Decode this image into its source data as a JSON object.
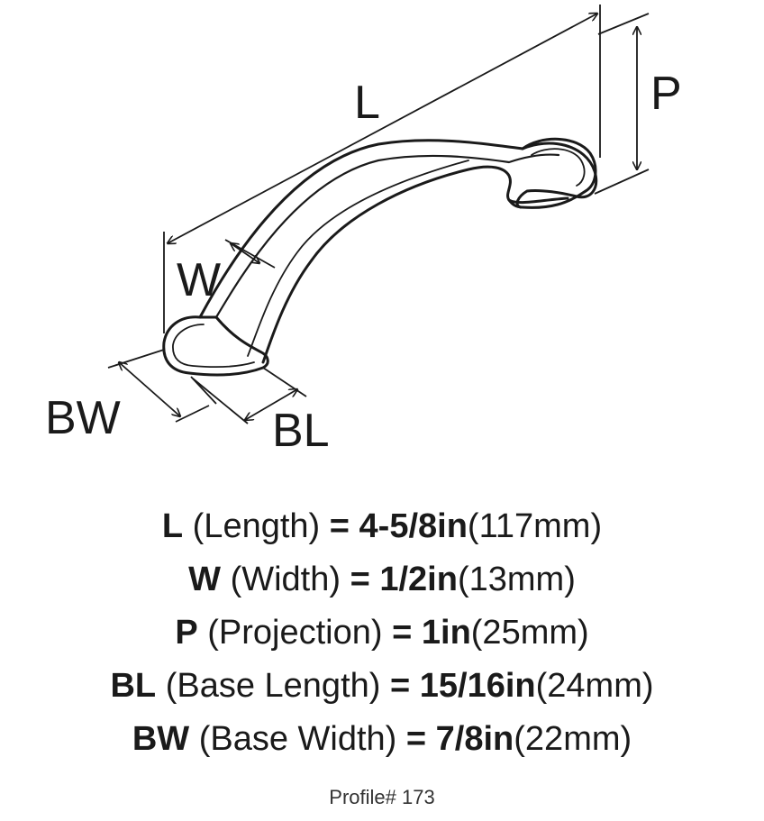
{
  "diagram_labels": {
    "L": "L",
    "W": "W",
    "P": "P",
    "BW": "BW",
    "BL": "BL"
  },
  "specs": [
    {
      "key": "L",
      "name": "(Length)",
      "eq": "=",
      "value": "4-5/8in",
      "metric": "(117mm)"
    },
    {
      "key": "W",
      "name": "(Width)",
      "eq": "=",
      "value": "1/2in",
      "metric": "(13mm)"
    },
    {
      "key": "P",
      "name": "(Projection)",
      "eq": "=",
      "value": "1in",
      "metric": "(25mm)"
    },
    {
      "key": "BL",
      "name": "(Base Length)",
      "eq": "=",
      "value": "15/16in",
      "metric": "(24mm)"
    },
    {
      "key": "BW",
      "name": "(Base Width)",
      "eq": "=",
      "value": "7/8in",
      "metric": "(22mm)"
    }
  ],
  "profile": "Profile# 173",
  "colors": {
    "ink": "#1a1a1a",
    "background": "#ffffff"
  }
}
